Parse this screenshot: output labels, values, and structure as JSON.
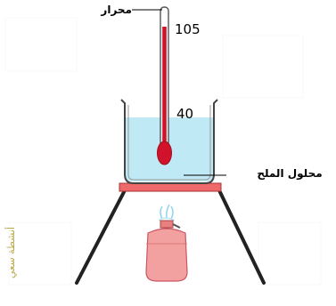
{
  "labels": {
    "thermometer": "محرار",
    "solution": "محلول الملح",
    "reading_top": "105",
    "reading_mid": "40",
    "watermark": "أنشطة سعي"
  },
  "colors": {
    "mercury": "#d0122a",
    "liquid": "#bfe9f5",
    "stand_plate": "#ee6a6a",
    "tripod": "#222222",
    "canister": "#f2a0a0",
    "flame": "#b9e8f5",
    "watermark": "#b8a94a"
  },
  "icons": {
    "thermometer": "thermometer-icon",
    "beaker": "beaker-icon",
    "tripod": "tripod-stand-icon",
    "gas": "gas-canister-icon",
    "flame": "flame-icon"
  }
}
